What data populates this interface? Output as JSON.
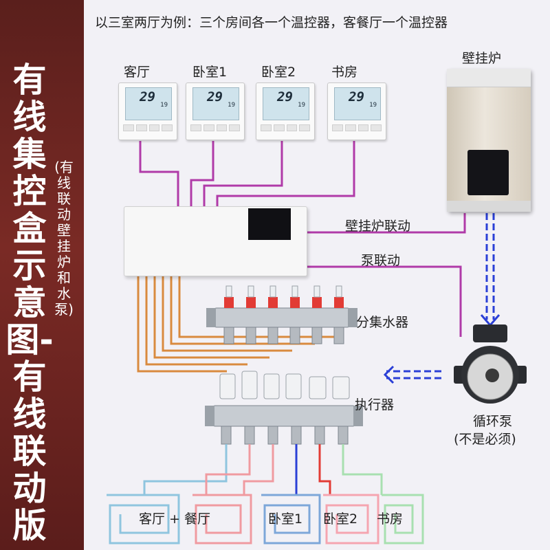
{
  "sidebar": {
    "title": "有线集控盒示意图-有线联动版",
    "subtitle": "(有线联动壁挂炉和水泵)"
  },
  "header": {
    "text": "以三室两厅为例：三个房间各一个温控器，客餐厅一个温控器"
  },
  "thermostats": [
    {
      "label": "客厅",
      "temp": "29",
      "setpoint": "19"
    },
    {
      "label": "卧室1",
      "temp": "29",
      "setpoint": "19"
    },
    {
      "label": "卧室2",
      "temp": "29",
      "setpoint": "19"
    },
    {
      "label": "书房",
      "temp": "29",
      "setpoint": "19"
    }
  ],
  "boiler": {
    "label": "壁挂炉"
  },
  "links": {
    "boiler_link": "壁挂炉联动",
    "pump_link": "泵联动"
  },
  "manifold": {
    "label": "分集水器",
    "actuator_label": "执行器"
  },
  "pump": {
    "label": "循环泵",
    "note": "(不是必须)"
  },
  "zones": [
    {
      "label": "客厅 + 餐厅"
    },
    {
      "label": "卧室1"
    },
    {
      "label": "卧室2"
    },
    {
      "label": "书房"
    }
  ],
  "colors": {
    "sidebar_bg": "#6b2420",
    "signal_wire": "#b03aa8",
    "actuator_wire": "#d98a3e",
    "water_flow": "#2a3fd6",
    "valve_red": "#e23b35"
  }
}
